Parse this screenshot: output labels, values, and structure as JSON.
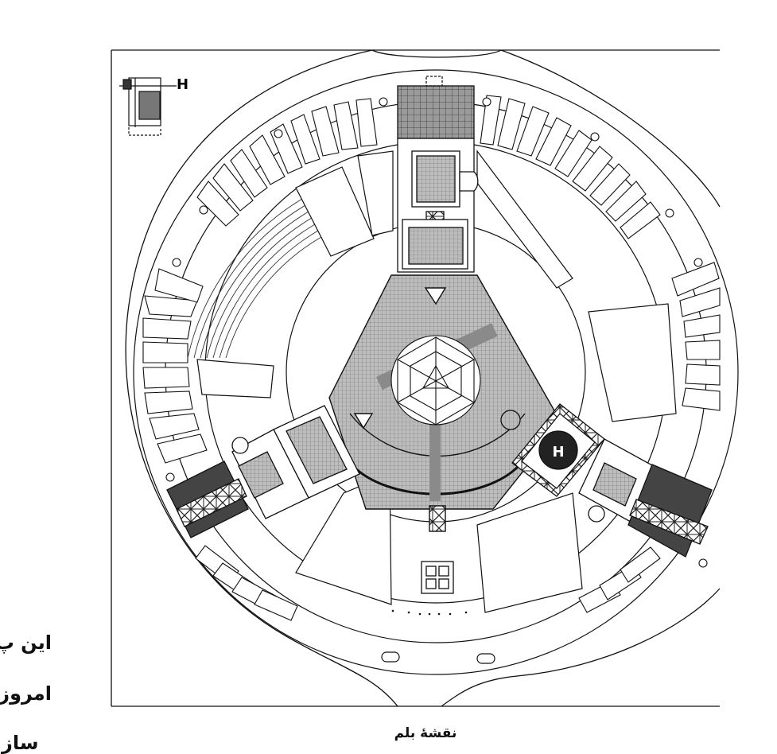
{
  "plan": {
    "caption": "نقشهٔ بلم",
    "marker_letter": "H",
    "helipad_letter": "H"
  },
  "side_text": {
    "line1": "این پ",
    "line2": "امروز",
    "line3": "ساز"
  }
}
